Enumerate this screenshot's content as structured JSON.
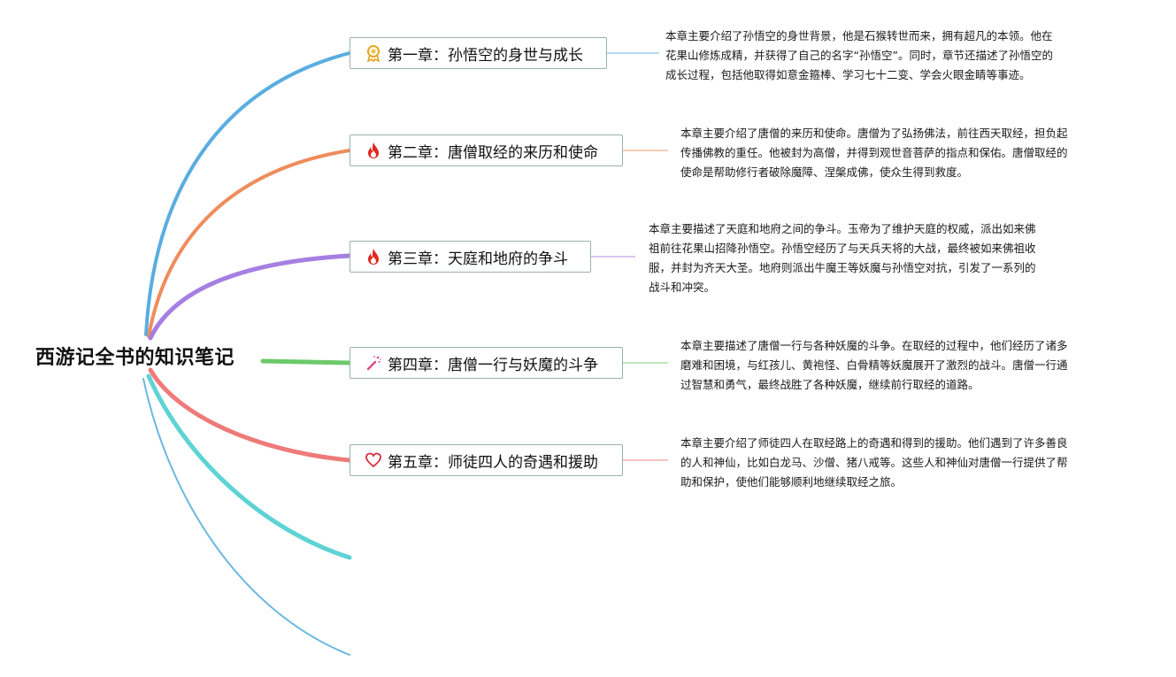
{
  "mindmap": {
    "root": {
      "title": "西游记全书的知识笔记"
    },
    "chapters": [
      {
        "label": "第一章：孙悟空的身世与成长",
        "icon": "medal-icon",
        "branch_color": "#5aade0",
        "note": "本章主要介绍了孙悟空的身世背景，他是石猴转世而来，拥有超凡的本领。他在\n花果山修炼成精，并获得了自己的名字“孙悟空”。同时，章节还描述了孙悟空的\n成长过程，包括他取得如意金箍棒、学习七十二变、学会火眼金睛等事迹。"
      },
      {
        "label": "第二章：唐僧取经的来历和使命",
        "icon": "fire-icon",
        "branch_color": "#ef8c5c",
        "note": "本章主要介绍了唐僧的来历和使命。唐僧为了弘扬佛法，前往西天取经，担负起\n传播佛教的重任。他被封为高僧，并得到观世音菩萨的指点和保佑。唐僧取经的\n使命是帮助修行者破除魔障、涅槃成佛，使众生得到救度。"
      },
      {
        "label": "第三章：天庭和地府的争斗",
        "icon": "fire-icon",
        "branch_color": "#a57fe2",
        "note": "本章主要描述了天庭和地府之间的争斗。玉帝为了维护天庭的权威，派出如来佛\n祖前往花果山招降孙悟空。孙悟空经历了与天兵天将的大战，最终被如来佛祖收\n服，并封为齐天大圣。地府则派出牛魔王等妖魔与孙悟空对抗，引发了一系列的\n战斗和冲突。"
      },
      {
        "label": "第四章：唐僧一行与妖魔的斗争",
        "icon": "magic-wand-icon",
        "branch_color": "#6cc96a",
        "note": "本章主要描述了唐僧一行与各种妖魔的斗争。在取经的过程中，他们经历了诸多\n磨难和困境，与红孩儿、黄袍怪、白骨精等妖魔展开了激烈的战斗。唐僧一行通\n过智慧和勇气，最终战胜了各种妖魔，继续前行取经的道路。"
      },
      {
        "label": "第五章：师徒四人的奇遇和援助",
        "icon": "heart-icon",
        "branch_color": "#ee7a7a",
        "note": "本章主要介绍了师徒四人在取经路上的奇遇和得到的援助。他们遇到了许多善良\n的人和神仙，比如白龙马、沙僧、猪八戒等。这些人和神仙对唐僧一行提供了帮\n助和保护，使他们能够顺利地继续取经之旅。"
      }
    ],
    "extra_branches": [
      {
        "branch_color": "#5fd3d4"
      },
      {
        "branch_color": "#6cb8e0"
      }
    ]
  }
}
